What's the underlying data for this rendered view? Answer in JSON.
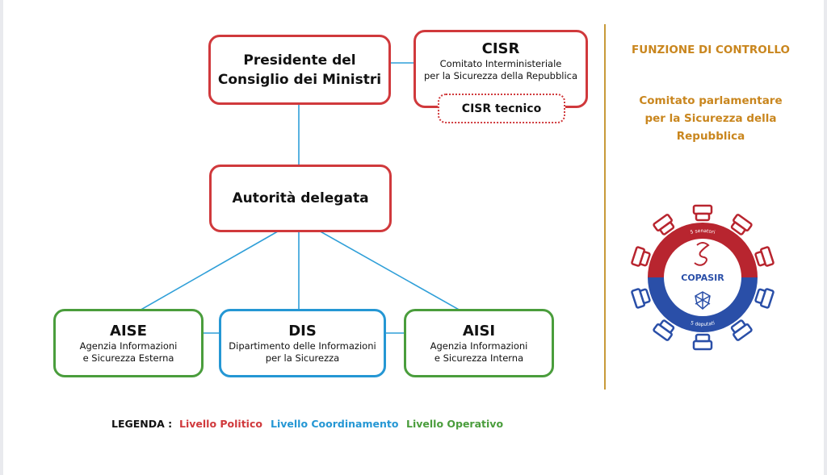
{
  "nodes": {
    "presidente": {
      "line1": "Presidente del",
      "line2": "Consiglio dei Ministri"
    },
    "cisr": {
      "title": "CISR",
      "line1": "Comitato Interministeriale",
      "line2": "per la Sicurezza della Repubblica"
    },
    "cisr_tecnico": {
      "label": "CISR tecnico"
    },
    "autorita": {
      "label": "Autorità delegata"
    },
    "aise": {
      "title": "AISE",
      "line1": "Agenzia Informazioni",
      "line2": "e Sicurezza Esterna"
    },
    "dis": {
      "title": "DIS",
      "line1": "Dipartimento delle Informazioni",
      "line2": "per la Sicurezza"
    },
    "aisi": {
      "title": "AISI",
      "line1": "Agenzia Informazioni",
      "line2": "e Sicurezza Interna"
    }
  },
  "control": {
    "heading": "FUNZIONE DI CONTROLLO",
    "committee_line1": "Comitato parlamentare",
    "committee_line2": "per la Sicurezza della",
    "committee_line3": "Repubblica",
    "copasir_label": "COPASIR",
    "top_arc_label": "5 senatori",
    "bottom_arc_label": "5 deputati"
  },
  "legend": {
    "title": "LEGENDA :",
    "political": "Livello Politico",
    "coordination": "Livello Coordinamento",
    "operational": "Livello Operativo"
  },
  "colors": {
    "political": "#d0393c",
    "coordination": "#2597d4",
    "operational": "#4a9d3c",
    "control": "#c9861e",
    "senate": "#b8252f",
    "chamber": "#2a4fa8",
    "connector": "#2f9fd8"
  }
}
